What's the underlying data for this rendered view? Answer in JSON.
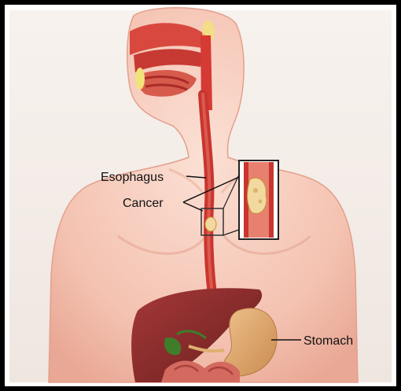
{
  "labels": {
    "esophagus": "Esophagus",
    "cancer": "Cancer",
    "stomach": "Stomach"
  },
  "colors": {
    "skin": "#f6c7b8",
    "skin_shadow": "#e9a895",
    "esophagus": "#c9352f",
    "liver": "#8c2a2a",
    "stomach": "#d9a56b",
    "tumor": "#f1d9a0",
    "frame": "#000000"
  }
}
